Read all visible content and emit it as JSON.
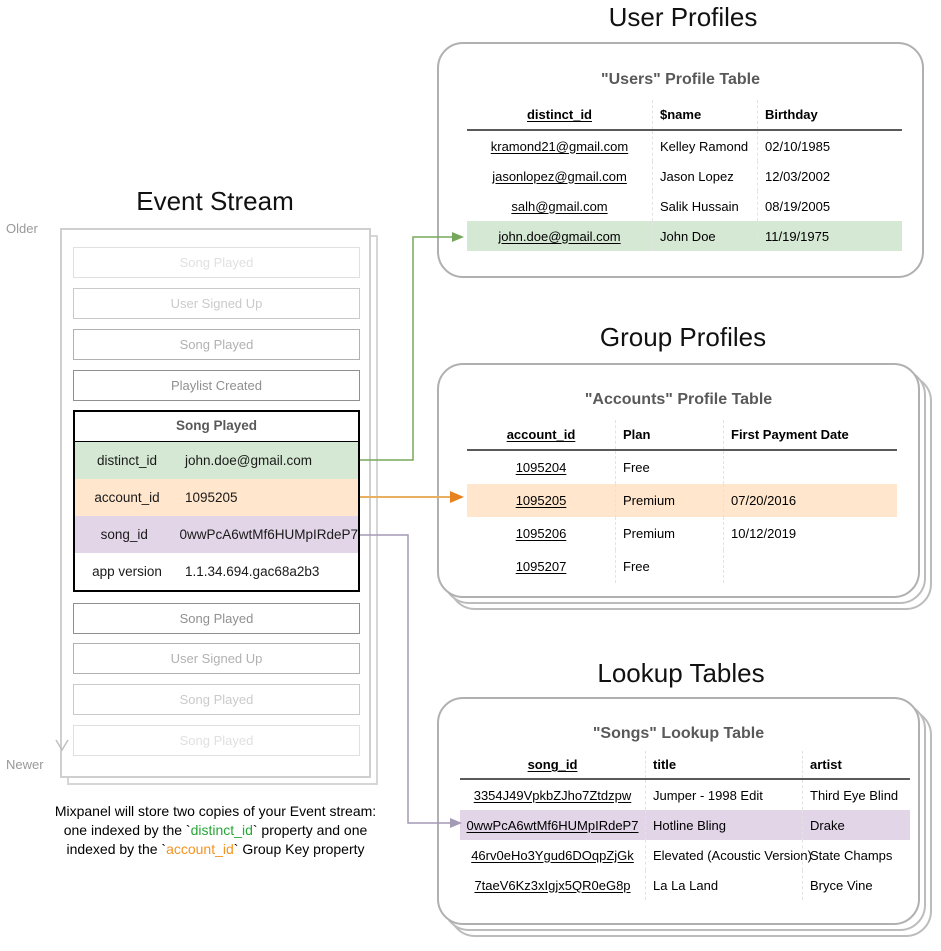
{
  "colors": {
    "green_bg": "#d5e8d4",
    "orange_bg": "#ffe6cc",
    "purple_bg": "#e1d5e7",
    "green_arrow": "#76a85c",
    "orange_line": "#eab062",
    "orange_arrow": "#e8821e",
    "purple_arrow": "#a49ab6",
    "caption_green": "#27a737",
    "caption_orange": "#f59320"
  },
  "event_stream": {
    "title": "Event Stream",
    "older_label": "Older",
    "newer_label": "Newer",
    "events_before": [
      "Song Played",
      "User Signed Up",
      "Song Played",
      "Playlist Created"
    ],
    "expanded_event": {
      "title": "Song Played",
      "properties": [
        {
          "key": "distinct_id",
          "value": "john.doe@gmail.com"
        },
        {
          "key": "account_id",
          "value": "1095205"
        },
        {
          "key": "song_id",
          "value": "0wwPcA6wtMf6HUMpIRdeP7"
        },
        {
          "key": "app version",
          "value": "1.1.34.694.gac68a2b3"
        }
      ]
    },
    "events_after": [
      "Song Played",
      "User Signed Up",
      "Song Played",
      "Song Played"
    ],
    "caption": {
      "line1": "Mixpanel will store two copies of your Event stream:",
      "line2_pre": "one indexed by the `",
      "line2_key": "distinct_id",
      "line2_post": "` property and one",
      "line3_pre": "indexed by the `",
      "line3_key": "account_id",
      "line3_post": "` Group Key property"
    }
  },
  "user_profiles": {
    "section_title": "User Profiles",
    "table_title": "\"Users\" Profile Table",
    "columns": [
      "distinct_id",
      "$name",
      "Birthday"
    ],
    "rows": [
      {
        "distinct_id": "kramond21@gmail.com",
        "name": "Kelley Ramond",
        "birthday": "02/10/1985"
      },
      {
        "distinct_id": "jasonlopez@gmail.com",
        "name": "Jason Lopez",
        "birthday": "12/03/2002"
      },
      {
        "distinct_id": "salh@gmail.com",
        "name": "Salik Hussain",
        "birthday": "08/19/2005"
      },
      {
        "distinct_id": "john.doe@gmail.com",
        "name": "John Doe",
        "birthday": "11/19/1975"
      }
    ]
  },
  "group_profiles": {
    "section_title": "Group Profiles",
    "table_title": "\"Accounts\" Profile Table",
    "columns": [
      "account_id",
      "Plan",
      "First Payment Date"
    ],
    "rows": [
      {
        "account_id": "1095204",
        "plan": "Free",
        "first_payment_date": ""
      },
      {
        "account_id": "1095205",
        "plan": "Premium",
        "first_payment_date": "07/20/2016"
      },
      {
        "account_id": "1095206",
        "plan": "Premium",
        "first_payment_date": "10/12/2019"
      },
      {
        "account_id": "1095207",
        "plan": "Free",
        "first_payment_date": ""
      }
    ]
  },
  "lookup_tables": {
    "section_title": "Lookup Tables",
    "table_title": "\"Songs\" Lookup Table",
    "columns": [
      "song_id",
      "title",
      "artist"
    ],
    "rows": [
      {
        "song_id": "3354J49VpkbZJho7Ztdzpw",
        "title": "Jumper - 1998 Edit",
        "artist": "Third Eye Blind"
      },
      {
        "song_id": "0wwPcA6wtMf6HUMpIRdeP7",
        "title": "Hotline Bling",
        "artist": "Drake"
      },
      {
        "song_id": "46rv0eHo3Ygud6DOqpZjGk",
        "title": "Elevated (Acoustic Version)",
        "artist": "State Champs"
      },
      {
        "song_id": "7taeV6Kz3xIgjx5QR0eG8p",
        "title": "La La Land",
        "artist": "Bryce Vine"
      }
    ]
  }
}
